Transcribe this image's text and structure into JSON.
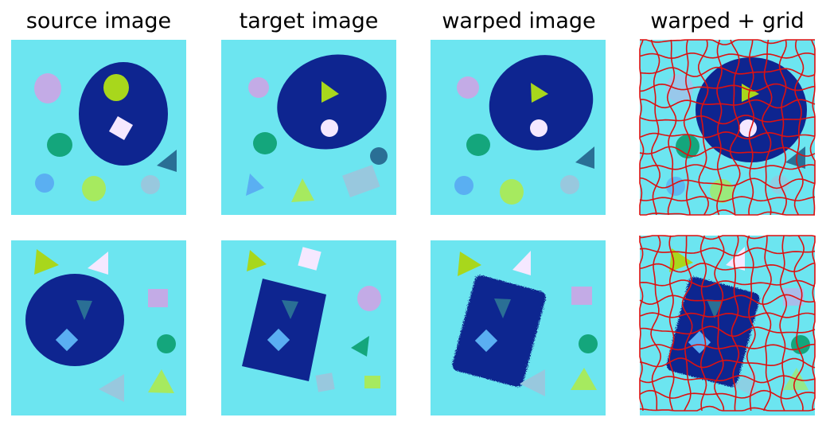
{
  "column_titles": [
    "source image",
    "target image",
    "warped image",
    "warped + grid"
  ],
  "colors": {
    "background": "#6ce5f0",
    "navy": "#0e2590",
    "grid": "#dd1111",
    "lime": "#a8d71c",
    "light_green": "#a6ea5f",
    "lavender": "#c3abe6",
    "pale_pink": "#f5e8ff",
    "teal": "#14a67c",
    "blue": "#5aaff2",
    "gray_blue": "#98c8de",
    "steel": "#2a6f95"
  }
}
